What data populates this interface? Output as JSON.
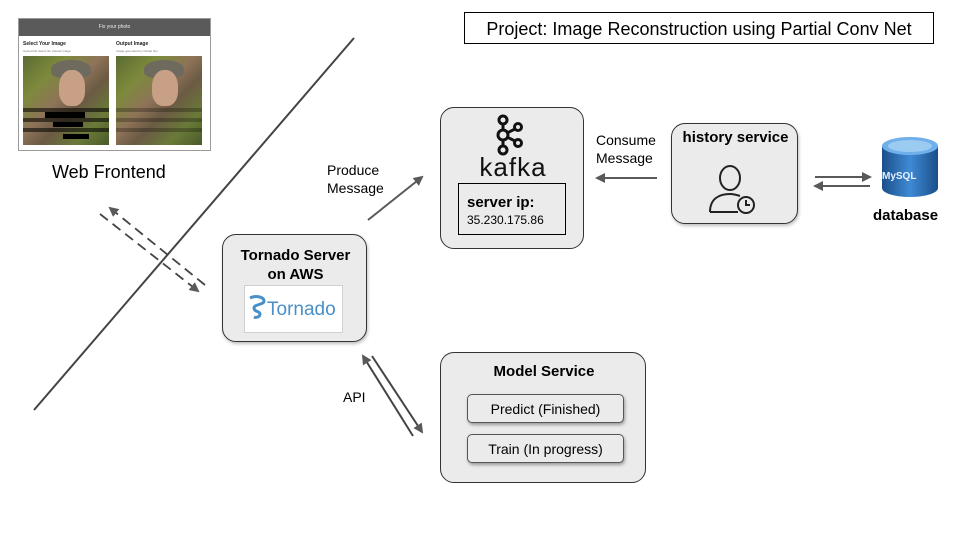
{
  "title": "Project: Image Reconstruction using Partial Conv Net",
  "web_frontend": {
    "label": "Web Frontend",
    "screenshot": {
      "header": "Fix your photo",
      "left_heading": "Select Your Image",
      "left_subtext": "Upload file   Select file   Upload Image",
      "right_heading": "Output Image",
      "right_subtext": "Image generated by Partial Net"
    }
  },
  "edges": {
    "produce": "Produce\nMessage",
    "consume": "Consume\nMessage",
    "api": "API"
  },
  "kafka": {
    "logo_text": "kafka",
    "server_label": "server ip:",
    "server_ip": "35.230.175.86"
  },
  "history_service": {
    "label": "history service",
    "icon": "user-clock-icon"
  },
  "database": {
    "label": "database",
    "icon_text": "MySQL",
    "icon": "database-cylinder-icon"
  },
  "tornado": {
    "label": "Tornado Server\non AWS",
    "logo_text": "Tornado"
  },
  "model_service": {
    "label": "Model Service",
    "items": [
      "Predict (Finished)",
      "Train (In progress)"
    ]
  },
  "colors": {
    "node_fill": "#ebebeb",
    "arrow": "#595959",
    "db_blue": "#2a6fb3",
    "tornado_blue": "#4a8fc8"
  }
}
